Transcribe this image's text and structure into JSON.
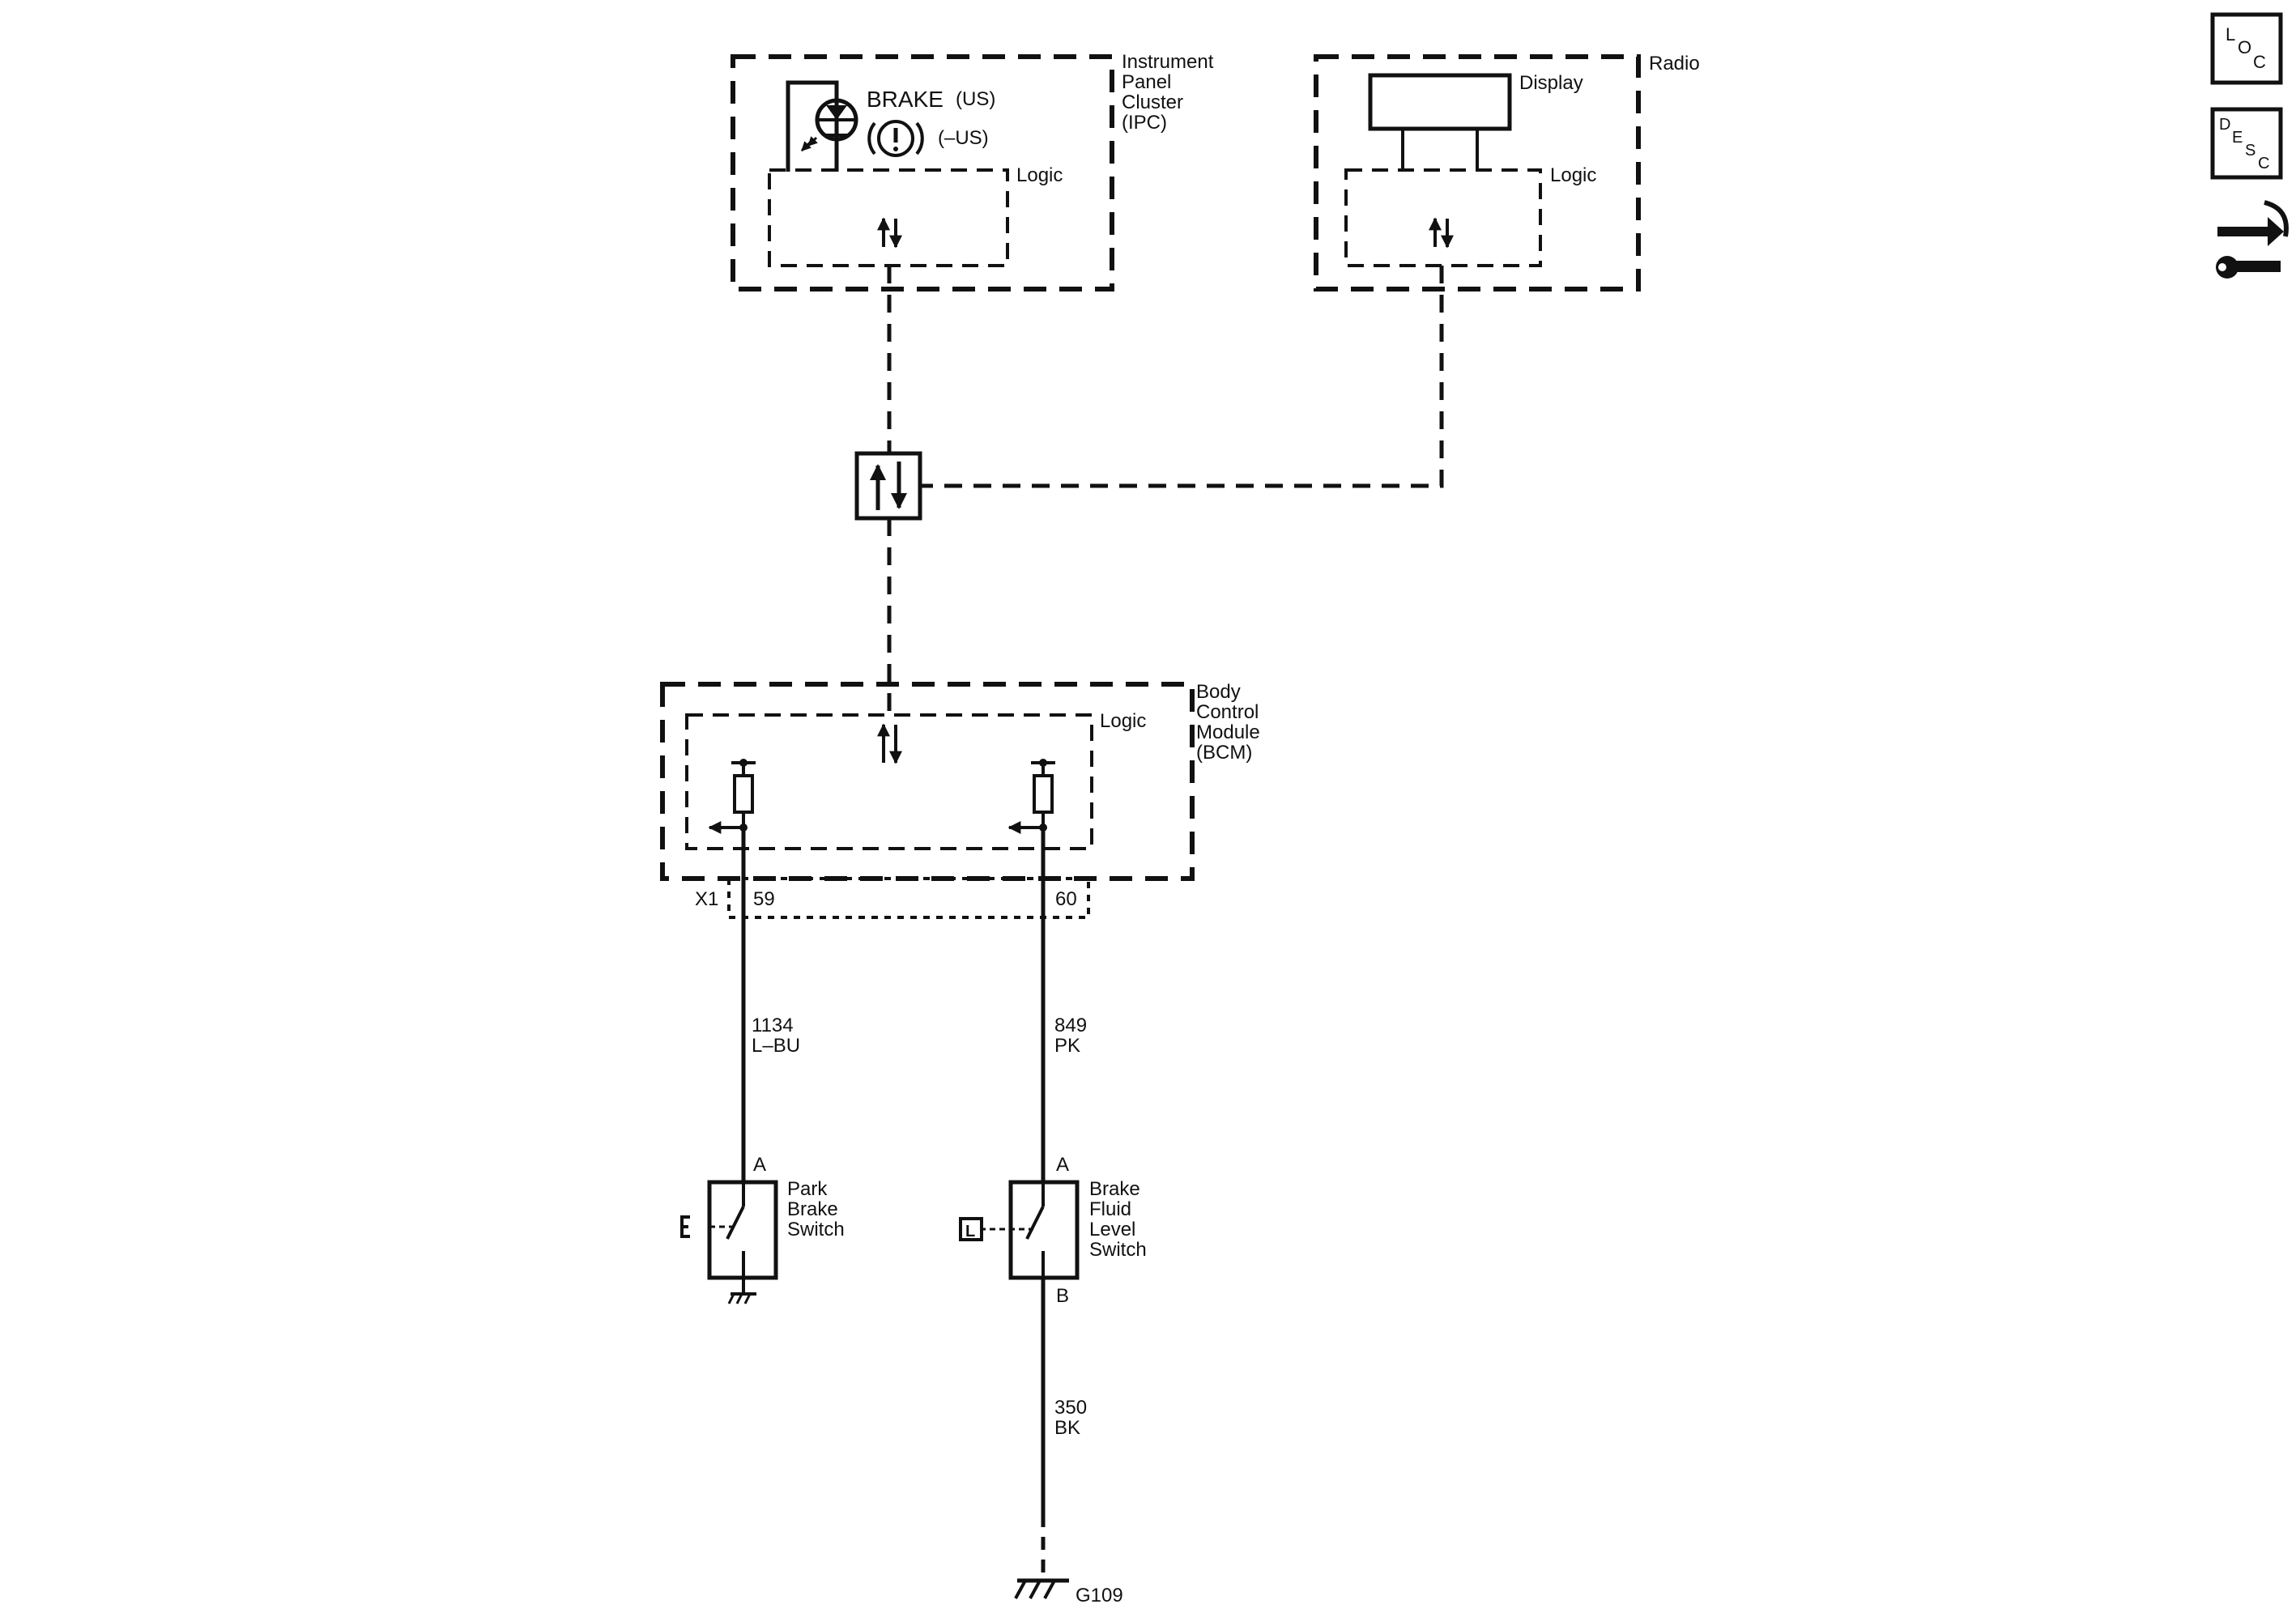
{
  "ipc": {
    "name_lines": [
      "Instrument",
      "Panel",
      "Cluster",
      "(IPC)"
    ],
    "lamp_label": "BRAKE",
    "lamp_us": "(US)",
    "lamp_non_us": "(–US)",
    "logic": "Logic"
  },
  "radio": {
    "name": "Radio",
    "display": "Display",
    "logic": "Logic"
  },
  "bcm": {
    "name_lines": [
      "Body",
      "Control",
      "Module",
      "(BCM)"
    ],
    "logic": "Logic",
    "connector": "X1",
    "pin_park": "59",
    "pin_fluid": "60"
  },
  "wires": {
    "park": {
      "circuit": "1134",
      "color": "L–BU"
    },
    "fluid": {
      "circuit": "849",
      "color": "PK"
    },
    "ground": {
      "circuit": "350",
      "color": "BK"
    }
  },
  "park_switch": {
    "name_lines": [
      "Park",
      "Brake",
      "Switch"
    ],
    "pin": "A"
  },
  "fluid_switch": {
    "name_lines": [
      "Brake",
      "Fluid",
      "Level",
      "Switch"
    ],
    "pin_a": "A",
    "pin_b": "B",
    "marker": "L"
  },
  "ground_label": "G109",
  "side_icons": {
    "loc": [
      "L",
      "O",
      "C"
    ],
    "desc": [
      "D",
      "E",
      "S",
      "C"
    ],
    "service": "service-connector-icon"
  },
  "colors": {
    "ink": "#111111",
    "background": "#ffffff"
  }
}
